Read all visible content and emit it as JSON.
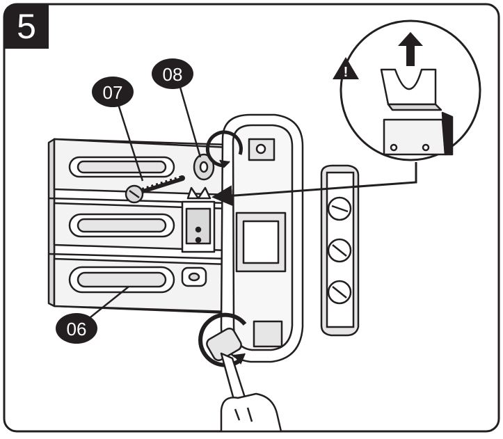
{
  "step": {
    "number": "5"
  },
  "callouts": {
    "screw": "07",
    "washer": "08",
    "bracket": "06"
  },
  "warning": {
    "symbol": "!"
  },
  "icons": [
    "warning-triangle-icon",
    "up-arrow-icon",
    "rotation-arrow-icon",
    "socket-wrench-icon"
  ],
  "colors": {
    "ink": "#231f20",
    "paper": "#ffffff",
    "shade": "#d9d9d9"
  }
}
